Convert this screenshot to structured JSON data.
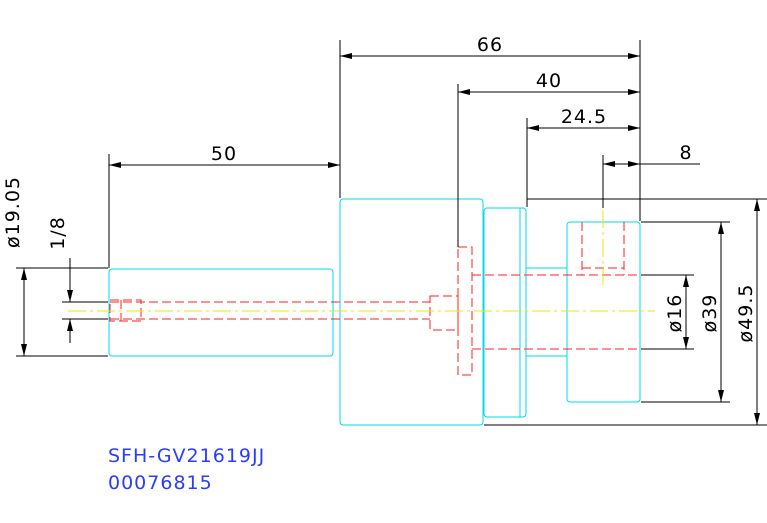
{
  "colors": {
    "outline": "#00d8e8",
    "hidden": "#ff2020",
    "centerline": "#e8e800",
    "dimension": "#000000",
    "label": "#2a3cff",
    "background": "#ffffff"
  },
  "dimensions": {
    "len_66": "66",
    "len_40": "40",
    "len_24_5": "24.5",
    "len_8": "8",
    "len_50": "50",
    "dia_19_05": "ø19.05",
    "thread_1_8": "1/8",
    "dia_16": "ø16",
    "dia_39": "ø39",
    "dia_49_5": "ø49.5"
  },
  "title_block": {
    "part_number": "SFH-GV21619JJ",
    "drawing_number": "00076815"
  }
}
